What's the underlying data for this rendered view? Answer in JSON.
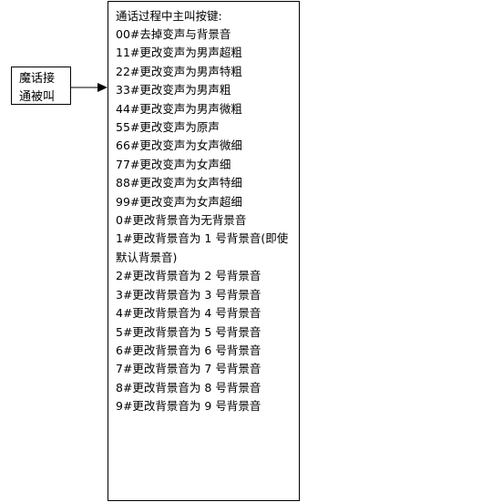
{
  "source_box": {
    "lines": [
      "魔话接",
      "通被叫"
    ]
  },
  "main_box": {
    "title": "通话过程中主叫按键:",
    "items": [
      "00#去掉变声与背景音",
      "11#更改变声为男声超粗",
      "22#更改变声为男声特粗",
      "33#更改变声为男声粗",
      "44#更改变声为男声微粗",
      "55#更改变声为原声",
      "66#更改变声为女声微细",
      "77#更改变声为女声细",
      "88#更改变声为女声特细",
      "99#更改变声为女声超细",
      "0#更改背景音为无背景音",
      "1#更改背景音为 1 号背景音(即使默认背景音)",
      "2#更改背景音为 2 号背景音",
      "3#更改背景音为 3 号背景音",
      "4#更改背景音为 4 号背景音",
      "5#更改背景音为 5 号背景音",
      "6#更改背景音为 6 号背景音",
      "7#更改背景音为 7 号背景音",
      "8#更改背景音为 8 号背景音",
      "9#更改背景音为 9 号背景音"
    ]
  },
  "colors": {
    "border": "#000000",
    "background": "#ffffff",
    "text": "#000000"
  }
}
